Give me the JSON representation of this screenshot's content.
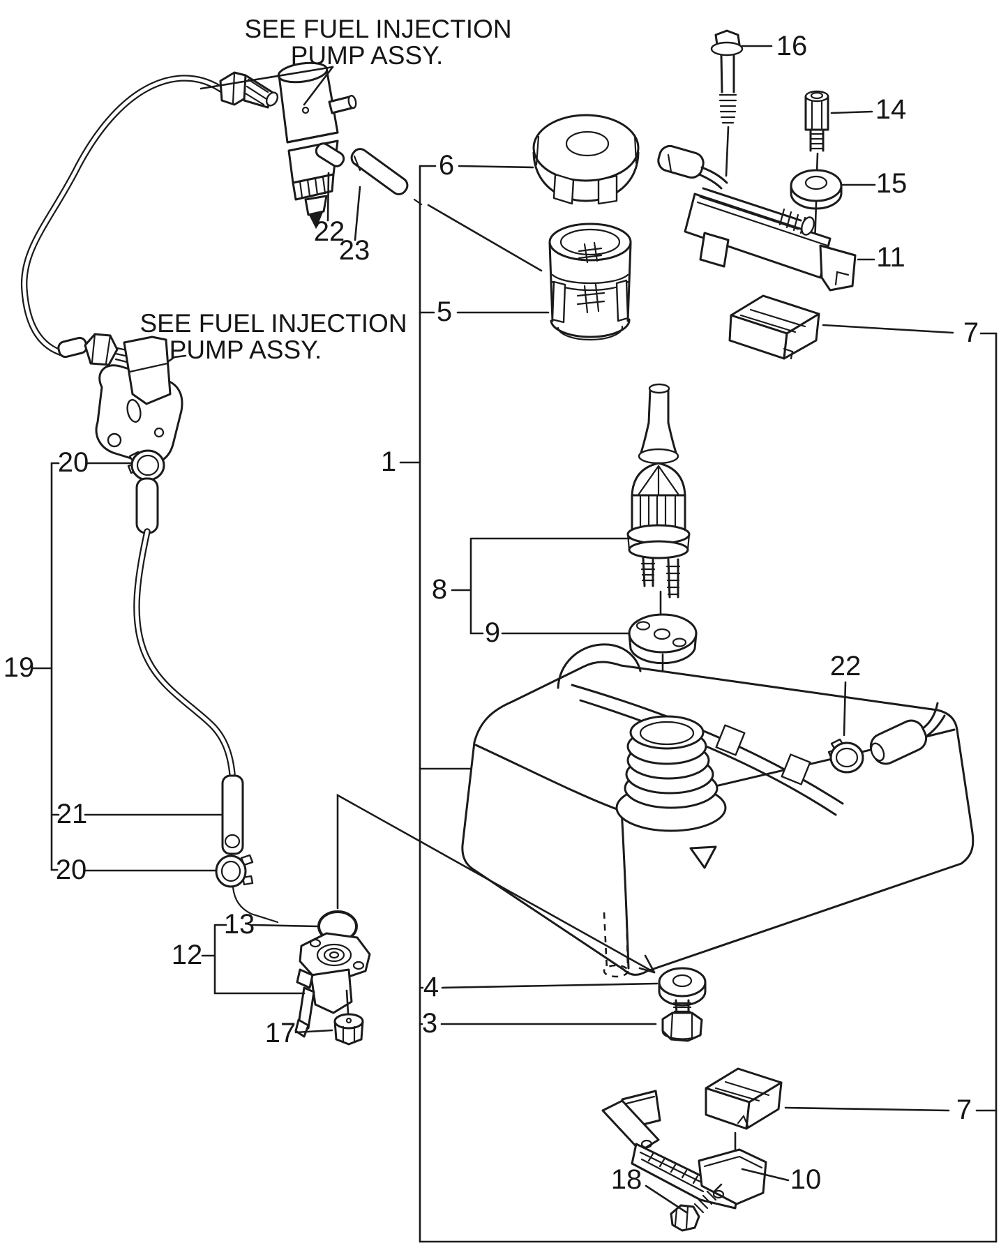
{
  "diagram": {
    "title": "Fuel tank exploded parts diagram",
    "colors": {
      "ink": "#1b1b1b",
      "paper": "#ffffff"
    },
    "notes": [
      {
        "line1": "SEE FUEL INJECTION",
        "line2": "PUMP ASSY."
      },
      {
        "line1": "SEE FUEL INJECTION",
        "line2": "PUMP ASSY."
      }
    ],
    "labels": [
      {
        "text": "6"
      },
      {
        "text": "5"
      },
      {
        "text": "1"
      },
      {
        "text": "8"
      },
      {
        "text": "9"
      },
      {
        "text": "4"
      },
      {
        "text": "3"
      },
      {
        "text": "16"
      },
      {
        "text": "14"
      },
      {
        "text": "15"
      },
      {
        "text": "11"
      },
      {
        "text": "7"
      },
      {
        "text": "22"
      },
      {
        "text": "7"
      },
      {
        "text": "10"
      },
      {
        "text": "18"
      },
      {
        "text": "22"
      },
      {
        "text": "23"
      },
      {
        "text": "20"
      },
      {
        "text": "19"
      },
      {
        "text": "21"
      },
      {
        "text": "20"
      },
      {
        "text": "13"
      },
      {
        "text": "12"
      },
      {
        "text": "17"
      }
    ]
  }
}
